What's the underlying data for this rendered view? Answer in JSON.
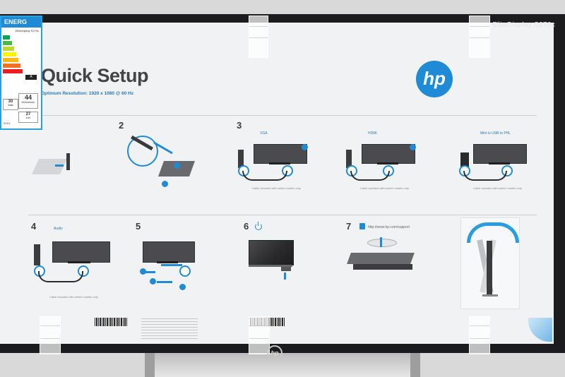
{
  "monitor": {
    "model_name": "EliteDisplay S270c",
    "brand_logo": "hp",
    "bottom_logo": "hp"
  },
  "sheet": {
    "title": "Quick Setup",
    "subtitle": "Optimum Resolution: 1920 x 1080 @ 60 Hz",
    "logo": "hp",
    "steps": [
      {
        "number": "2"
      },
      {
        "number": "3"
      },
      {
        "number": "4"
      },
      {
        "number": "5"
      },
      {
        "number": "6"
      },
      {
        "number": "7"
      }
    ],
    "step3_labels": [
      "VGA",
      "HDMI",
      "Mini to USB to PHL"
    ],
    "step4_label": "Audio",
    "step7_label": "http://www.hp.com/support",
    "cable_note": "Cable included with select models only.",
    "icons": [
      "power-icon",
      "support-info-icon",
      "rotate-arrow-icon"
    ]
  },
  "energy_label": {
    "header": "ENERG",
    "model": "EliteDisplay S270c",
    "rating": "A",
    "kwh": "44",
    "kwh_unit": "kWh/annum",
    "watt": "30",
    "watt_unit": "Watt",
    "size": "27",
    "size_unit": "inch",
    "year": "2014"
  },
  "colors": {
    "hp_blue": "#1f8ad6",
    "bezel": "#1c1c1e",
    "sheet": "#f1f2f3"
  }
}
